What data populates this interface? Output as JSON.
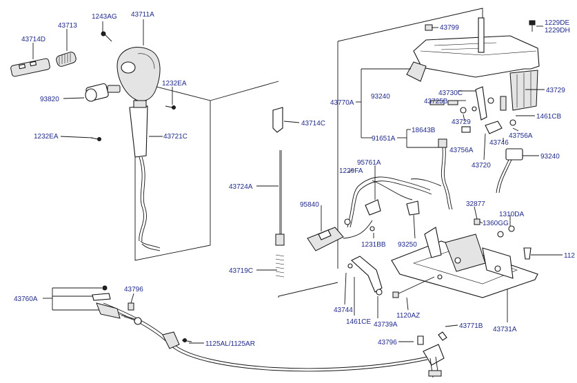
{
  "labels": {
    "l_1243AG": "1243AG",
    "l_43711A": "43711A",
    "l_43713": "43713",
    "l_43714D": "43714D",
    "l_93820": "93820",
    "l_1232EA_a": "1232EA",
    "l_1232EA_b": "1232EA",
    "l_43721C": "43721C",
    "l_43714C": "43714C",
    "l_43724A": "43724A",
    "l_43719C": "43719C",
    "l_43799": "43799",
    "l_1229DE": "1229DE",
    "l_1229DH": "1229DH",
    "l_43729_a": "43729",
    "l_43770A": "43770A",
    "l_93240_a": "93240",
    "l_43730C": "43730C",
    "l_43725B": "43725B",
    "l_43729_b": "43729",
    "l_1461CB": "1461CB",
    "l_43756A_a": "43756A",
    "l_18643B": "18643B",
    "l_91651A": "91651A",
    "l_43756A_b": "43756A",
    "l_43746": "43746",
    "l_43720": "43720",
    "l_93240_b": "93240",
    "l_95761A": "95761A",
    "l_1229FA": "1229FA",
    "l_95840": "95840",
    "l_1231BB": "1231BB",
    "l_93250": "93250",
    "l_32877": "32877",
    "l_1310DA": "1310DA",
    "l_1360GG": "1360GG",
    "l_112": "112",
    "l_43744": "43744",
    "l_1461CE": "1461CE",
    "l_43739A": "43739A",
    "l_1120AZ": "1120AZ",
    "l_43771B": "43771B",
    "l_43731A": "43731A",
    "l_43796_a": "43796",
    "l_43760A": "43760A",
    "l_1125AL": "1125AL/1125AR",
    "l_43796_b": "43796"
  }
}
